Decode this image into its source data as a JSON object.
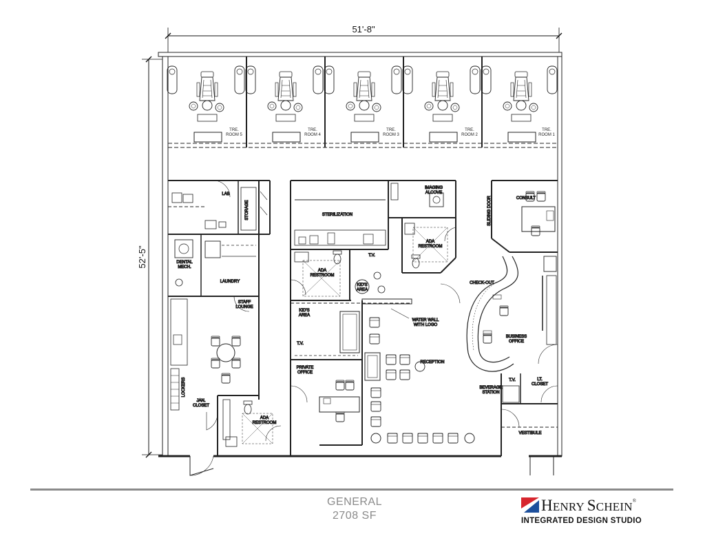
{
  "dimensions": {
    "width_label": "51'-8\"",
    "height_label": "52'-5\""
  },
  "treatment_rooms": [
    {
      "line1": "TRE.",
      "line2": "ROOM 5"
    },
    {
      "line1": "TRE.",
      "line2": "ROOM 4"
    },
    {
      "line1": "TRE.",
      "line2": "ROOM 3"
    },
    {
      "line1": "TRE.",
      "line2": "ROOM 2"
    },
    {
      "line1": "TRE.",
      "line2": "ROOM 1"
    }
  ],
  "rooms": {
    "lab": "LAB",
    "storage": "STORAGE",
    "dental_mech_1": "DENTAL",
    "dental_mech_2": "MECH.",
    "laundry": "LAUNDRY",
    "staff_lounge_1": "STAFF",
    "staff_lounge_2": "LOUNGE",
    "lockers": "LOCKERS",
    "jan_closet_1": "JAN.",
    "jan_closet_2": "CLOSET",
    "ada_restroom_lower_1": "ADA",
    "ada_restroom_lower_2": "RESTROOM",
    "sterilization": "STERILIZATION",
    "imaging_1": "IMAGING",
    "imaging_2": "ALCOVE",
    "ada_restroom_center_1": "ADA",
    "ada_restroom_center_2": "RESTROOM",
    "ada_restroom_right_1": "ADA",
    "ada_restroom_right_2": "RESTROOM",
    "tv_1": "T.V.",
    "tv_2": "T.V.",
    "tv_3": "T.V.",
    "kids_area_1_1": "KID'S",
    "kids_area_1_2": "AREA",
    "kids_area_2_1": "KID'S",
    "kids_area_2_2": "AREA",
    "water_wall_1": "WATER WALL",
    "water_wall_2": "WITH LOGO",
    "private_office_1": "PRIVATE",
    "private_office_2": "OFFICE",
    "reception": "RECEPTION",
    "consult": "CONSULT",
    "sliding_door": "SLIDING DOOR",
    "check_out": "CHECK-OUT",
    "business_office_1": "BUSINESS",
    "business_office_2": "OFFICE",
    "beverage_1": "BEVERAGE",
    "beverage_2": "STATION",
    "lt_closet_1": "LT.",
    "lt_closet_2": "CLOSET",
    "vestibule": "VESTIBULE"
  },
  "footer": {
    "plan_name": "GENERAL",
    "area": "2708 SF"
  },
  "brand": {
    "name_part1": "H",
    "name_part2": "ENRY ",
    "name_part3": "S",
    "name_part4": "CHEIN",
    "registered": "®",
    "tagline": "INTEGRATED DESIGN STUDIO",
    "colors": {
      "red": "#d7262e",
      "blue": "#1c4f9c"
    }
  }
}
